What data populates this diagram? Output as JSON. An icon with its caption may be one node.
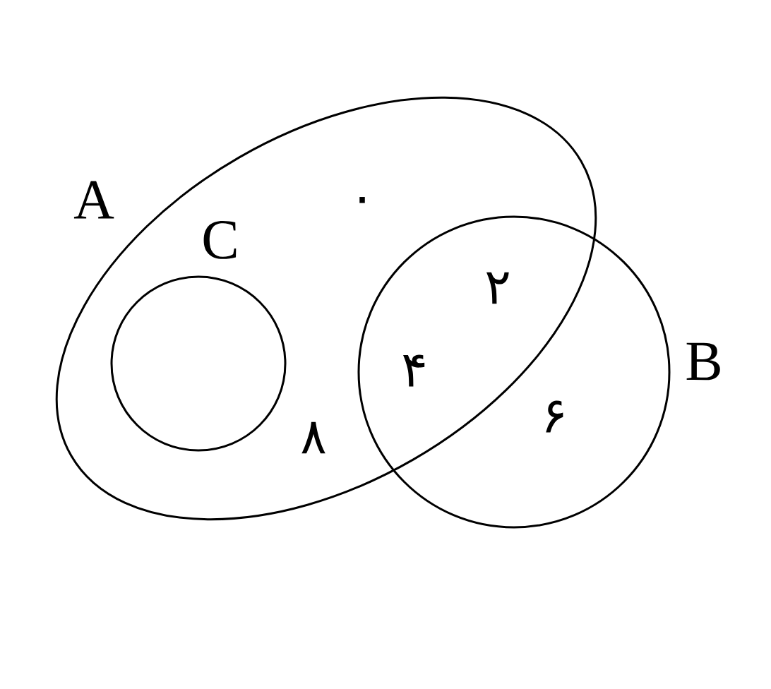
{
  "diagram": {
    "nodes": [
      {
        "text": [
          "A"
        ]
      },
      {
        "text": [
          "C"
        ],
        "in": 0
      },
      {
        "text": [
          "B"
        ]
      }
    ],
    "labels": [
      "۰",
      "۲",
      "۴",
      "۶",
      "۸"
    ]
  }
}
